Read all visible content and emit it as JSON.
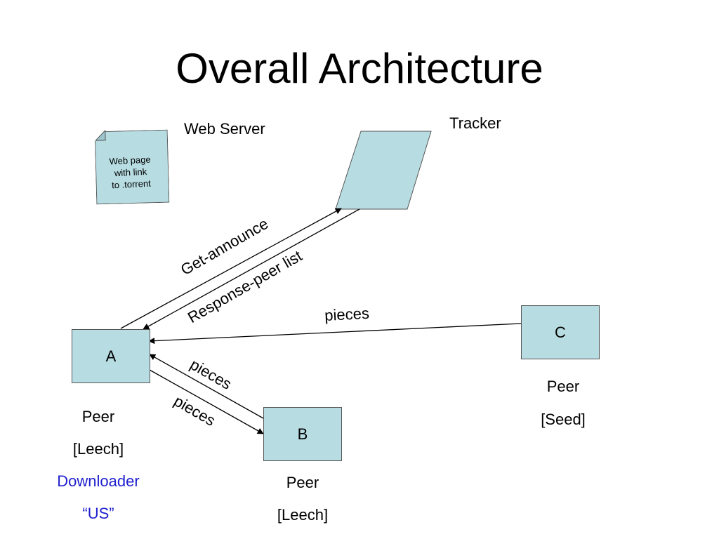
{
  "title": "Overall Architecture",
  "web_server": {
    "label": "Web Server",
    "note": [
      "Web page",
      "with link",
      "to .torrent"
    ]
  },
  "tracker": {
    "label": "Tracker"
  },
  "peers": {
    "a": {
      "box": "A",
      "role": "Peer",
      "state": "[Leech]",
      "extra1": "Downloader",
      "extra2": "“US”"
    },
    "b": {
      "box": "B",
      "role": "Peer",
      "state": "[Leech]"
    },
    "c": {
      "box": "C",
      "role": "Peer",
      "state": "[Seed]"
    }
  },
  "edges": {
    "get_announce": "Get-announce",
    "response_peer_list": "Response-peer list",
    "c_to_a": "pieces",
    "b_to_a": "pieces",
    "a_to_b": "pieces"
  },
  "colors": {
    "node_fill": "#b7dde3",
    "highlight_text": "#1f1fcf"
  }
}
